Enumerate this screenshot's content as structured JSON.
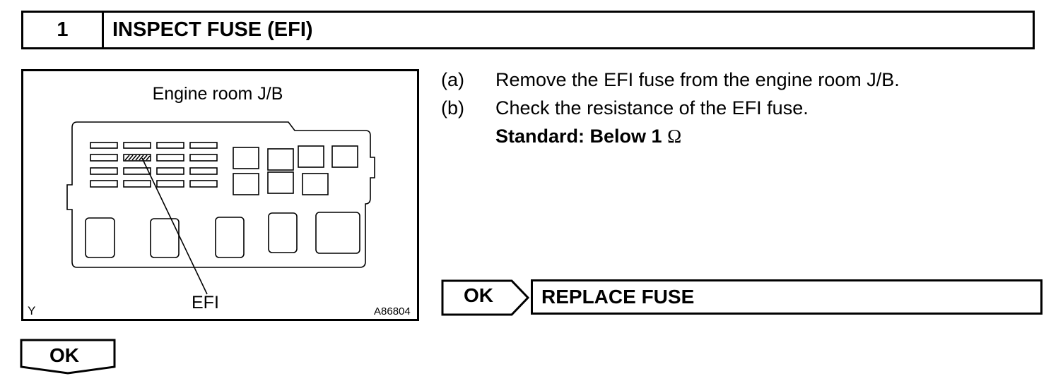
{
  "step": {
    "number": "1",
    "title": "INSPECT FUSE (EFI)"
  },
  "figure": {
    "title": "Engine room J/B",
    "callout": "EFI",
    "corner_mark": "Y",
    "figure_code": "A86804"
  },
  "instructions": [
    {
      "label": "(a)",
      "text": "Remove the EFI fuse from the engine room J/B."
    },
    {
      "label": "(b)",
      "text": "Check the resistance of the EFI fuse."
    }
  ],
  "standard": {
    "label": "Standard: Below 1",
    "unit": "Ω"
  },
  "result": {
    "condition": "OK",
    "action": "REPLACE FUSE"
  },
  "next": {
    "label": "OK"
  }
}
